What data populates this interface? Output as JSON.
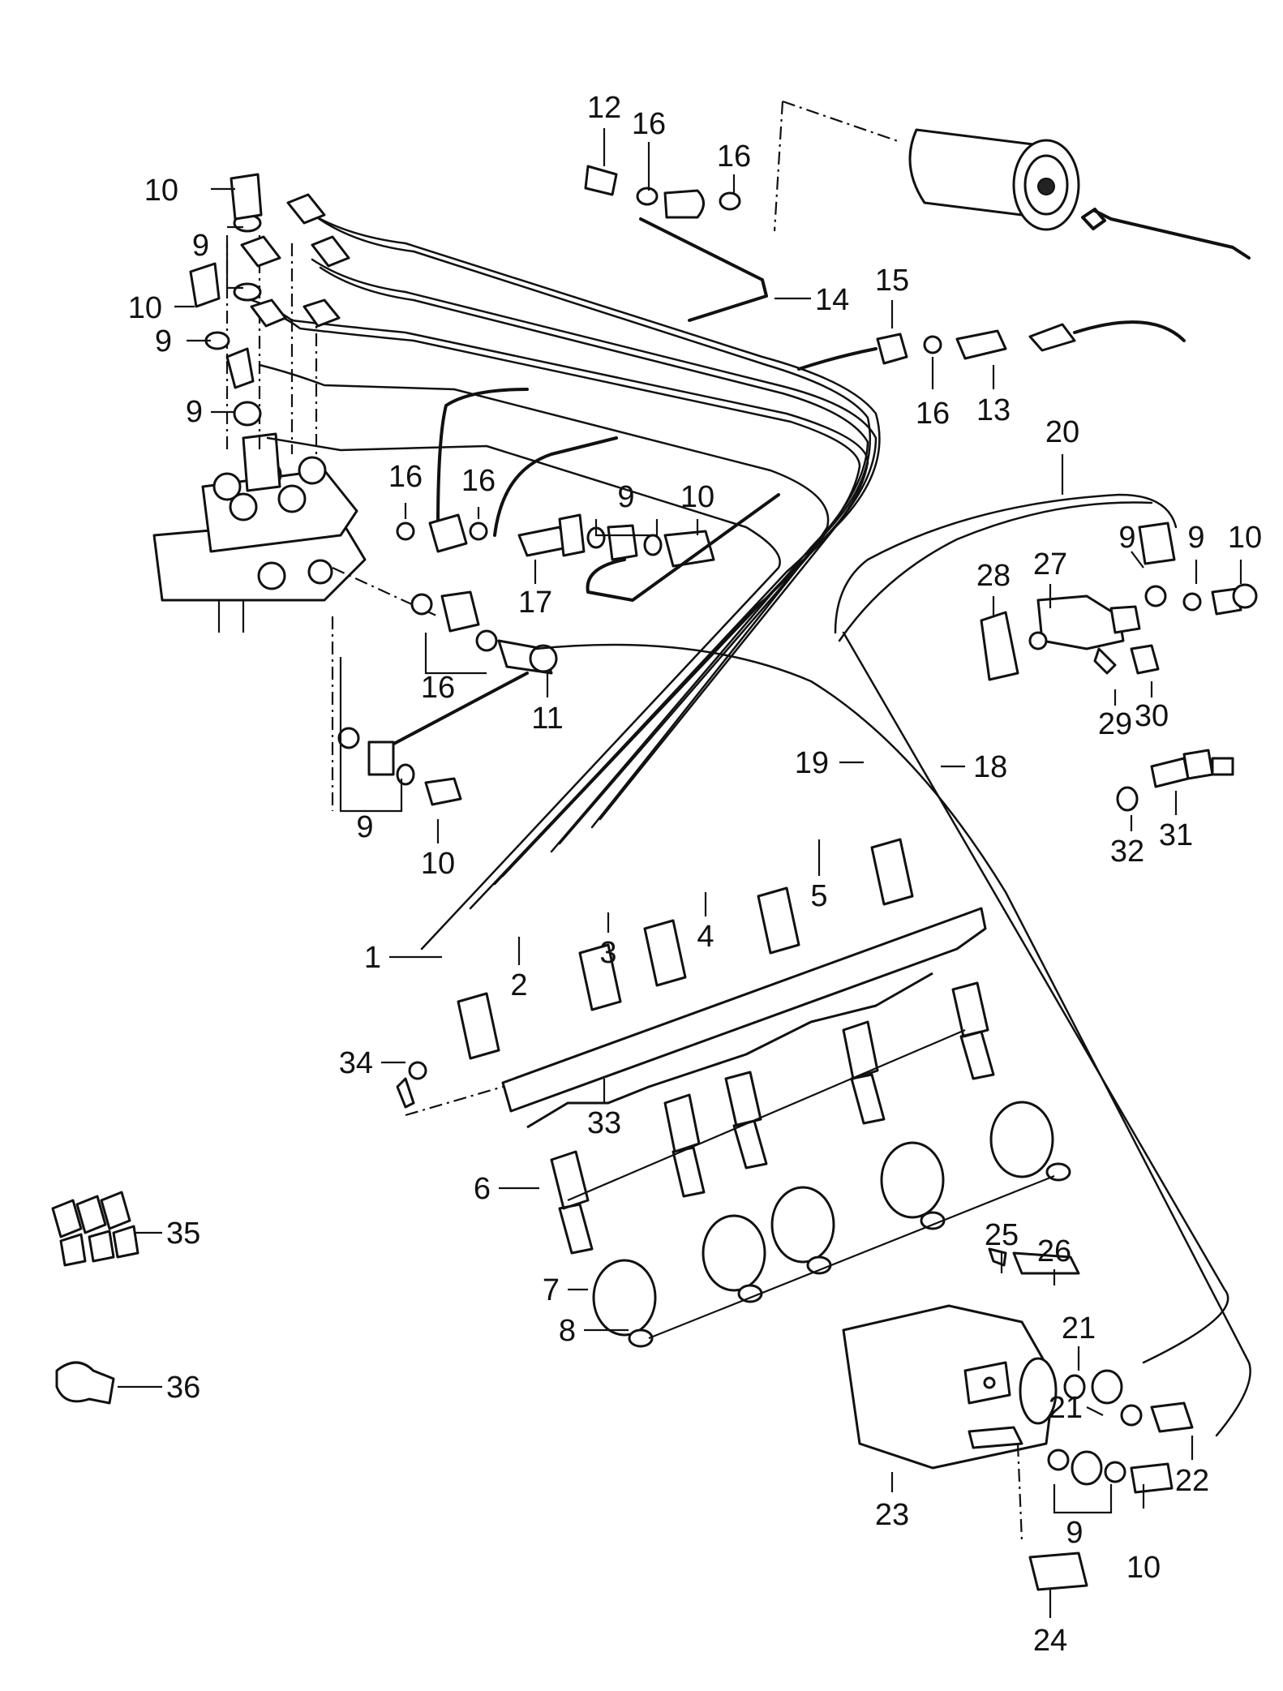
{
  "callouts": {
    "c1": "1",
    "c2": "2",
    "c3": "3",
    "c4": "4",
    "c5": "5",
    "c6": "6",
    "c7": "7",
    "c8": "8",
    "c9a": "9",
    "c9b": "9",
    "c9c": "9",
    "c9d": "9",
    "c9e": "9",
    "c9f": "9",
    "c9g": "9",
    "c10a": "10",
    "c10b": "10",
    "c10c": "10",
    "c10d": "10",
    "c10e": "10",
    "c10f": "10",
    "c11": "11",
    "c12": "12",
    "c13": "13",
    "c14": "14",
    "c15": "15",
    "c16a": "16",
    "c16b": "16",
    "c16c": "16",
    "c16d": "16",
    "c16e": "16",
    "c16f": "16",
    "c17": "17",
    "c18": "18",
    "c19": "19",
    "c20": "20",
    "c21a": "21",
    "c21b": "21",
    "c22": "22",
    "c23": "23",
    "c24": "24",
    "c25": "25",
    "c26": "26",
    "c27": "27",
    "c28": "28",
    "c29": "29",
    "c30": "30",
    "c31": "31",
    "c32": "32",
    "c33": "33",
    "c34": "34",
    "c35": "35",
    "c36": "36"
  }
}
